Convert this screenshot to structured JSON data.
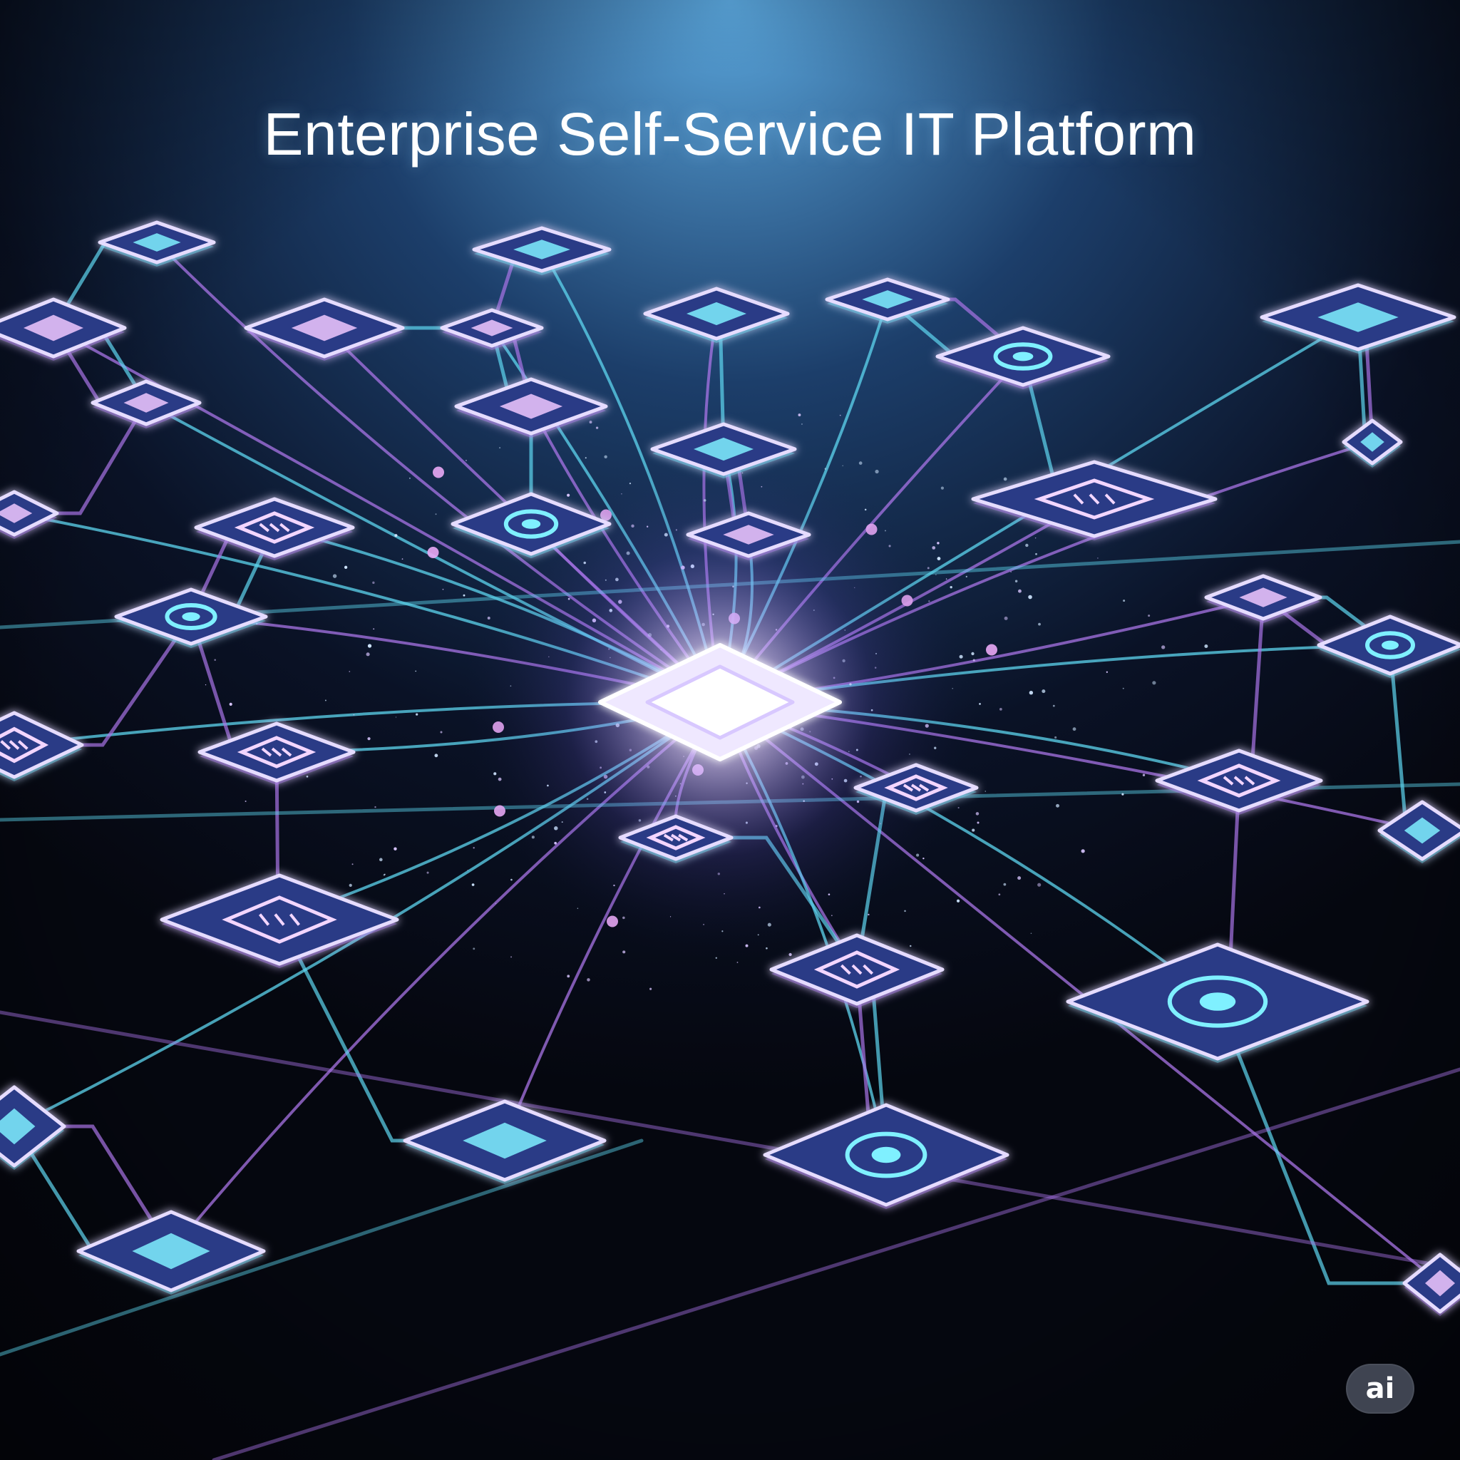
{
  "title": "Enterprise Self-Service IT Platform",
  "badge": "ai",
  "colors": {
    "background": "#05070f",
    "glow": "#5fb0e6",
    "cyan": "#5ed6ef",
    "violet": "#a874e6",
    "node_fill": "#2a3a86",
    "hub": "#f4efff"
  },
  "scene": {
    "subject": "glowing network of rounded square nodes connected by circuit lines around a bright central hub"
  }
}
